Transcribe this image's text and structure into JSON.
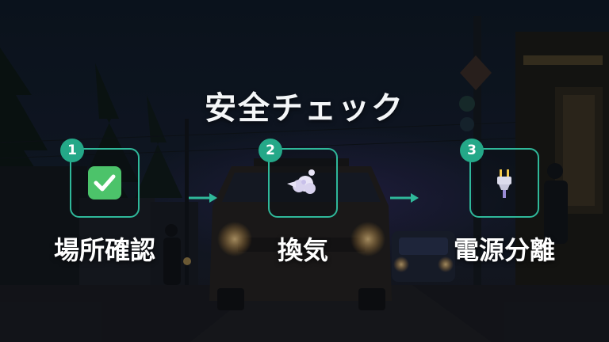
{
  "title": "安全チェック",
  "accent_color": "#2fb89a",
  "steps": [
    {
      "number": "1",
      "icon": "check-mark-icon",
      "label": "場所確認"
    },
    {
      "number": "2",
      "icon": "wind-puff-icon",
      "label": "換気"
    },
    {
      "number": "3",
      "icon": "electric-plug-icon",
      "label": "電源分離"
    }
  ]
}
